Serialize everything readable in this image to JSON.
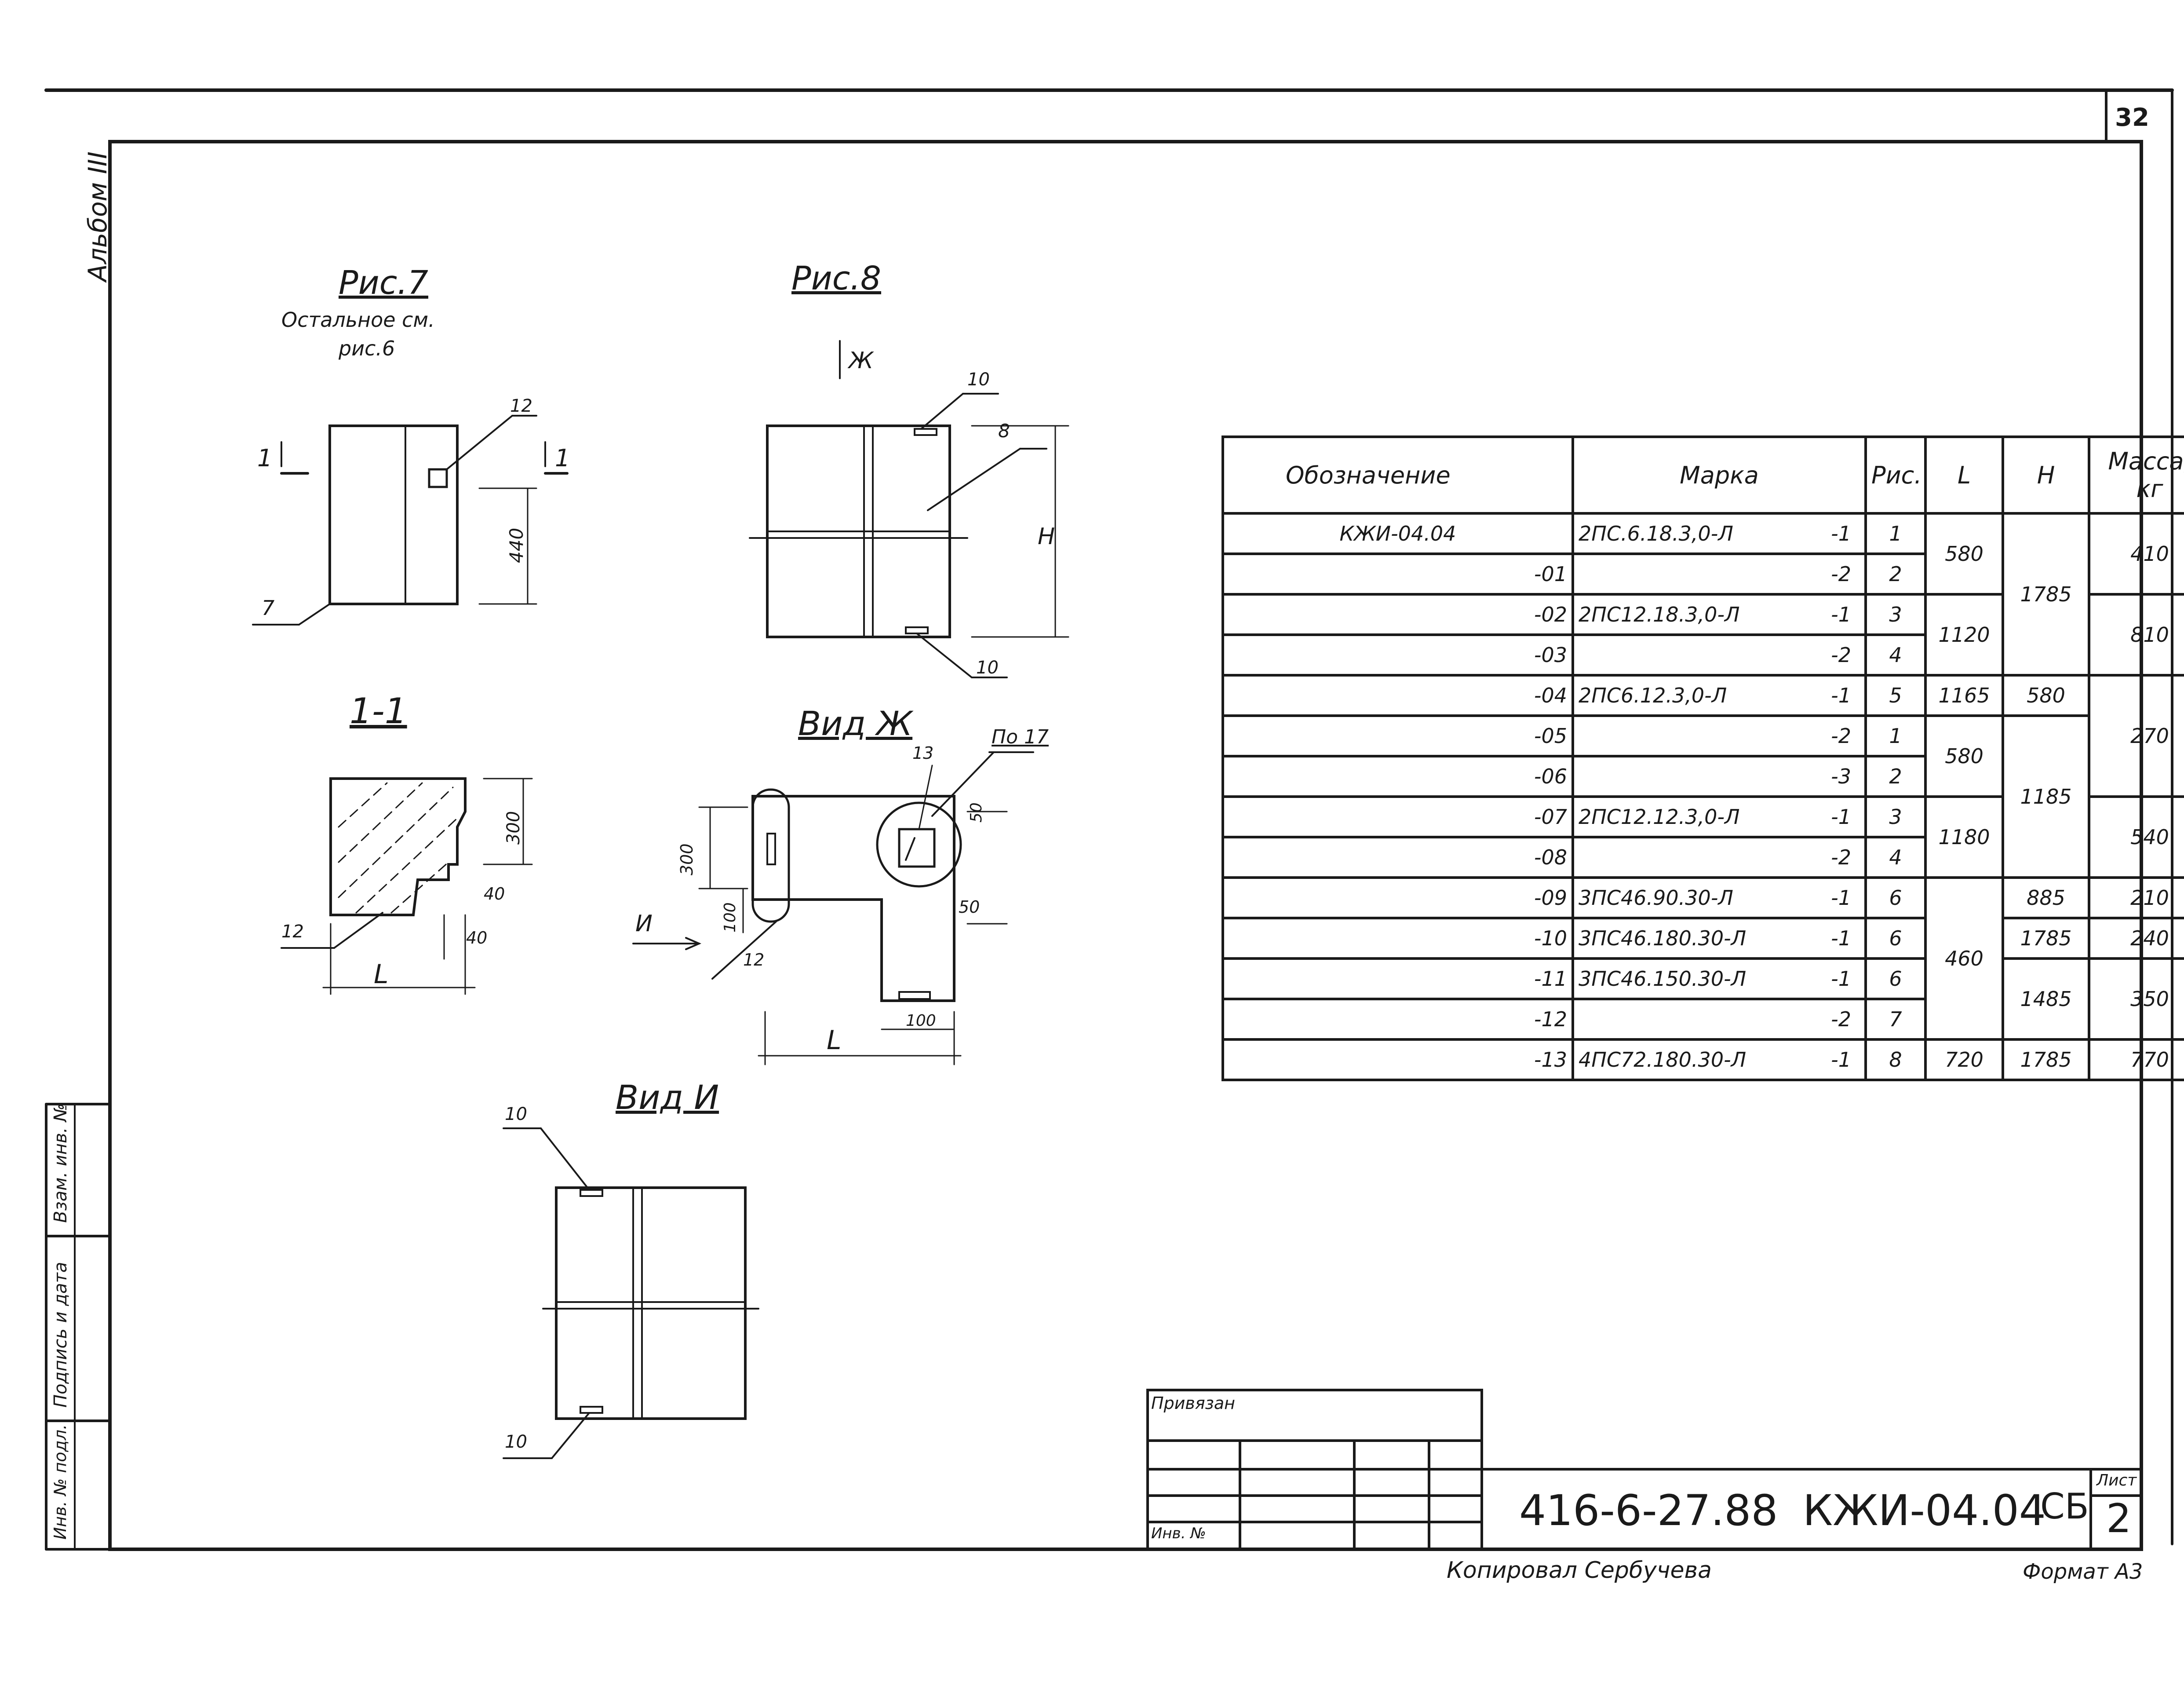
{
  "sheet": {
    "page_number": "32",
    "album": "Альбом III",
    "code": "416-6-27.88",
    "doc_code": "КЖИ-04.04",
    "doc_suffix": "СБ",
    "sheet_label": "Лист",
    "sheet_no": "2",
    "copied_by": "Копировал Сербучева",
    "format": "Формат А3",
    "privyazan": "Привязан",
    "inv_no": "Инв. №"
  },
  "side_stamp": {
    "vzam": "Взам. инв. №",
    "podpis": "Подпись и дата",
    "inv_podl": "Инв. № подл."
  },
  "fig7": {
    "title": "Рис.7",
    "note1": "Остальное см.",
    "note2": "рис.6",
    "callout_12": "12",
    "callout_7": "7",
    "section_left": "1",
    "section_right": "1",
    "dim_440": "440"
  },
  "fig8": {
    "title": "Рис.8",
    "view_mark": "Ж",
    "callout_10a": "10",
    "callout_8": "8",
    "callout_10b": "10",
    "dim_H": "Н"
  },
  "section_1_1": {
    "title": "1-1",
    "dim_300": "300",
    "dim_40a": "40",
    "dim_40b": "40",
    "dim_L": "L",
    "callout_12": "12"
  },
  "view_zh": {
    "title": "Вид Ж",
    "po17": "По 17",
    "callout_13": "13",
    "dim_300": "300",
    "dim_100": "100",
    "dim_50a": "50",
    "dim_50b": "50",
    "dim_100b": "100",
    "dim_L": "L",
    "view_I": "И",
    "callout_12": "12"
  },
  "view_i": {
    "title": "Вид И",
    "callout_10a": "10",
    "callout_10b": "10"
  },
  "table": {
    "headers": [
      "Обозначение",
      "Марка",
      "Рис.",
      "L",
      "Н",
      "Масса, кг"
    ],
    "rows": [
      {
        "des": "КЖИ-04.04",
        "mark": "2ПС.6.18.3,0-Л",
        "suf": "-1",
        "fig": "1"
      },
      {
        "des": "-01",
        "mark": "",
        "suf": "-2",
        "fig": "2"
      },
      {
        "des": "-02",
        "mark": "2ПС12.18.3,0-Л",
        "suf": "-1",
        "fig": "3"
      },
      {
        "des": "-03",
        "mark": "",
        "suf": "-2",
        "fig": "4"
      },
      {
        "des": "-04",
        "mark": "2ПС6.12.3,0-Л",
        "suf": "-1",
        "fig": "5"
      },
      {
        "des": "-05",
        "mark": "",
        "suf": "-2",
        "fig": "1"
      },
      {
        "des": "-06",
        "mark": "",
        "suf": "-3",
        "fig": "2"
      },
      {
        "des": "-07",
        "mark": "2ПС12.12.3,0-Л",
        "suf": "-1",
        "fig": "3"
      },
      {
        "des": "-08",
        "mark": "",
        "suf": "-2",
        "fig": "4"
      },
      {
        "des": "-09",
        "mark": "3ПС46.90.30-Л",
        "suf": "-1",
        "fig": "6"
      },
      {
        "des": "-10",
        "mark": "3ПС46.180.30-Л",
        "suf": "-1",
        "fig": "6"
      },
      {
        "des": "-11",
        "mark": "3ПС46.150.30-Л",
        "suf": "-1",
        "fig": "6"
      },
      {
        "des": "-12",
        "mark": "",
        "suf": "-2",
        "fig": "7"
      },
      {
        "des": "-13",
        "mark": "4ПС72.180.30-Л",
        "suf": "-1",
        "fig": "8"
      }
    ],
    "L_values": [
      "580",
      "1120",
      "1165",
      "580",
      "1180",
      "460",
      "720"
    ],
    "H_values": [
      "1785",
      "580",
      "1185",
      "885",
      "1785",
      "1485",
      "1785"
    ],
    "mass_values": [
      "410",
      "810",
      "270",
      "540",
      "210",
      "240",
      "350",
      "770"
    ]
  }
}
